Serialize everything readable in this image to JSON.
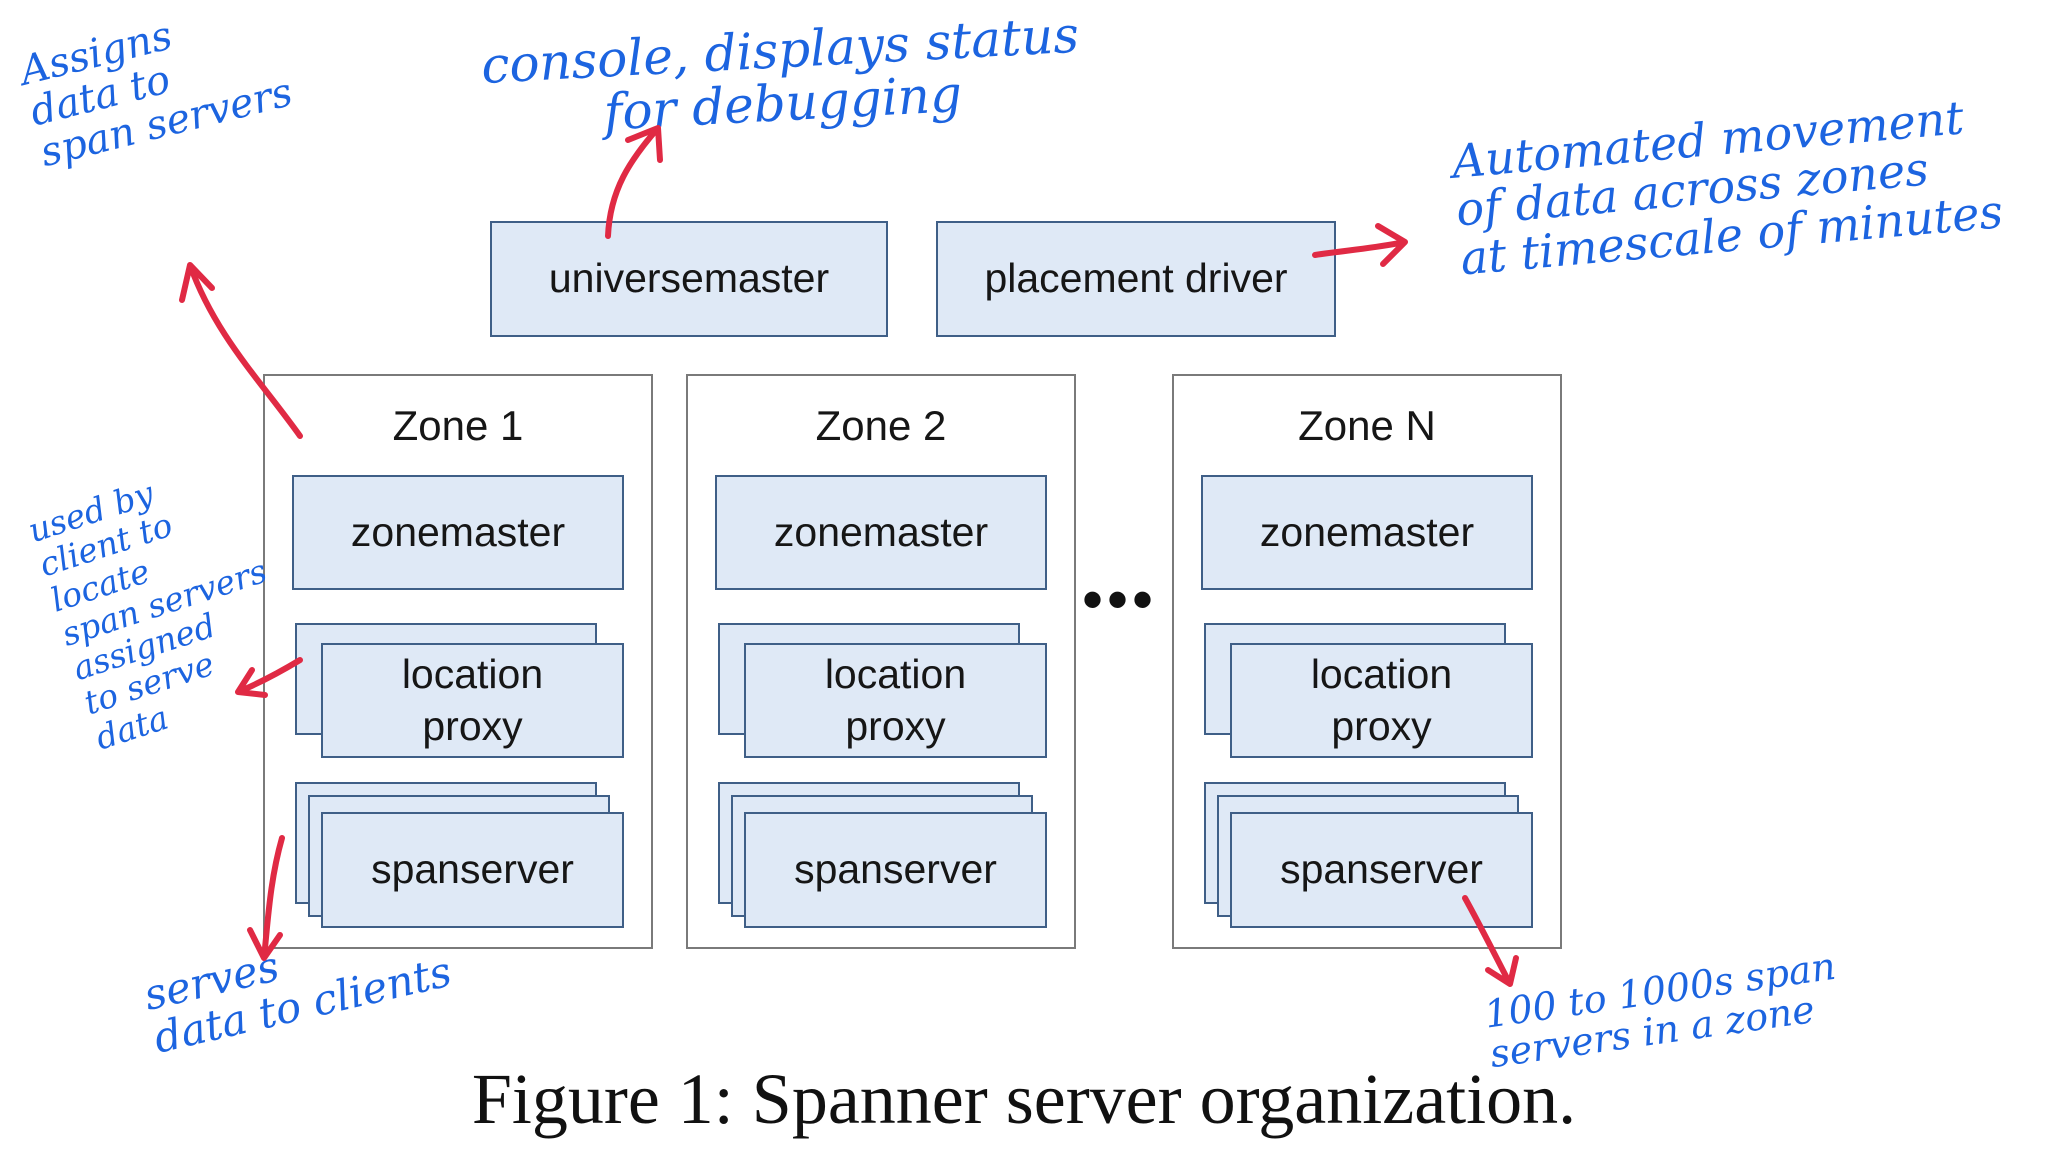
{
  "diagram": {
    "top_boxes": {
      "universemaster": "universemaster",
      "placement_driver": "placement driver"
    },
    "zones": [
      {
        "title": "Zone 1",
        "zonemaster": "zonemaster",
        "location_proxy": "location\nproxy",
        "spanserver": "spanserver"
      },
      {
        "title": "Zone 2",
        "zonemaster": "zonemaster",
        "location_proxy": "location\nproxy",
        "spanserver": "spanserver"
      },
      {
        "title": "Zone N",
        "zonemaster": "zonemaster",
        "location_proxy": "location\nproxy",
        "spanserver": "spanserver"
      }
    ],
    "ellipsis": "•••",
    "caption": {
      "label": "Figure 1:",
      "text": "Spanner server organization."
    }
  },
  "annotations": {
    "assigns": "Assigns\ndata to\nspan servers",
    "console": "console, displays status\nfor debugging",
    "automated": "Automated movement\nof data across zones\nat timescale of minutes",
    "used_by_client": "used by\nclient to\nlocate\nspan servers\nassigned\nto serve\ndata",
    "serves": "serves\ndata to clients",
    "count": "100 to 1000s span\nservers in a zone"
  },
  "colors": {
    "box_fill": "#dfe9f6",
    "box_border": "#3f5f87",
    "zone_border": "#7a7a7a",
    "ink_blue": "#1c64e0",
    "ink_red": "#e02a44"
  }
}
